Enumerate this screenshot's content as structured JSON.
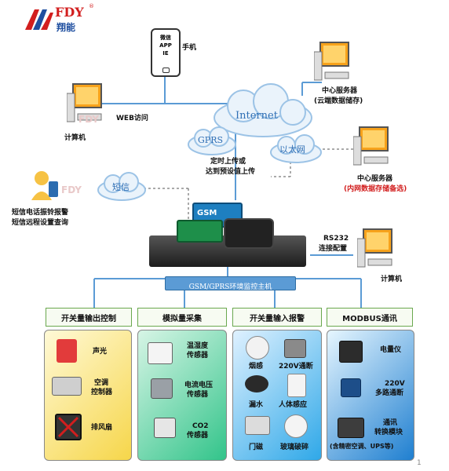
{
  "logo": {
    "brand": "FDY",
    "reg": "®",
    "cn": "翔能"
  },
  "phone": {
    "screen_text": [
      "微信",
      "APP",
      "IE"
    ],
    "label": "手机"
  },
  "clouds": {
    "internet": "Internet",
    "gprs": "GPRS",
    "ethernet": "以太网",
    "sms": "短信"
  },
  "left_top": {
    "web_label": "WEB访问",
    "computer_label": "计算机"
  },
  "server_cloud": {
    "title": "中心服务器",
    "sub": "(云端数据储存)"
  },
  "server_lan": {
    "title": "中心服务器",
    "sub": "(内网数据存储备选)"
  },
  "upload_text": [
    "定时上传或",
    "达到预设值上传"
  ],
  "sms_user": [
    "短信电话振铃报警",
    "短信远程设置查询"
  ],
  "rs232": [
    "RS232",
    "连接配置"
  ],
  "computer_right": "计算机",
  "device_text": {
    "gsm": "GSM",
    "host": "GSM/GPRS环境监控主机"
  },
  "watermark": "FDY",
  "categories": [
    {
      "title": "开关量输出控制",
      "items": [
        {
          "label": "声光",
          "icon": "alarm-light-icon"
        },
        {
          "label": "空调控制器",
          "lines": [
            "空调",
            "控制器"
          ],
          "icon": "ac-controller-icon"
        },
        {
          "label": "排风扇",
          "icon": "exhaust-fan-icon"
        }
      ]
    },
    {
      "title": "模拟量采集",
      "items": [
        {
          "lines": [
            "温湿度",
            "传感器"
          ],
          "icon": "temp-humidity-sensor-icon"
        },
        {
          "lines": [
            "电流电压",
            "传感器"
          ],
          "icon": "current-voltage-sensor-icon"
        },
        {
          "lines": [
            "CO2",
            "传感器"
          ],
          "icon": "co2-sensor-icon"
        }
      ]
    },
    {
      "title": "开关量输入报警",
      "items": [
        {
          "label": "烟感",
          "icon": "smoke-detector-icon"
        },
        {
          "label": "220V通断",
          "icon": "power-detector-icon"
        },
        {
          "label": "漏水",
          "icon": "water-leak-icon"
        },
        {
          "label": "人体感应",
          "icon": "pir-sensor-icon"
        },
        {
          "label": "门磁",
          "icon": "door-sensor-icon"
        },
        {
          "label": "玻璃破碎",
          "icon": "glass-break-icon"
        }
      ]
    },
    {
      "title": "MODBUS通讯",
      "items": [
        {
          "label": "电量仪",
          "icon": "power-meter-icon"
        },
        {
          "lines": [
            "220V",
            "多路通断"
          ],
          "icon": "multi-switch-icon"
        },
        {
          "lines": [
            "通讯",
            "转换模块"
          ],
          "icon": "converter-module-icon"
        }
      ],
      "note": "(含精密空调、UPS等)"
    }
  ],
  "page_number": "1",
  "colors": {
    "accent_blue": "#1f6fb5",
    "red": "#d21e1e",
    "host_bar": "#5b9bd5"
  }
}
